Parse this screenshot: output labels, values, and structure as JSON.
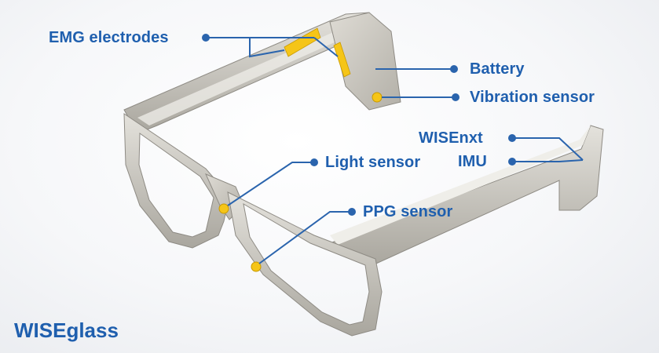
{
  "title": "WISEglass",
  "colors": {
    "label": "#1f5fae",
    "leader": "#2a64ad",
    "sensor": "#f5c518",
    "frame": "#c7c4bc"
  },
  "labels": {
    "emg": "EMG electrodes",
    "battery": "Battery",
    "vibration": "Vibration sensor",
    "wisenxt": "WISEnxt",
    "imu": "IMU",
    "light": "Light sensor",
    "ppg": "PPG sensor"
  }
}
